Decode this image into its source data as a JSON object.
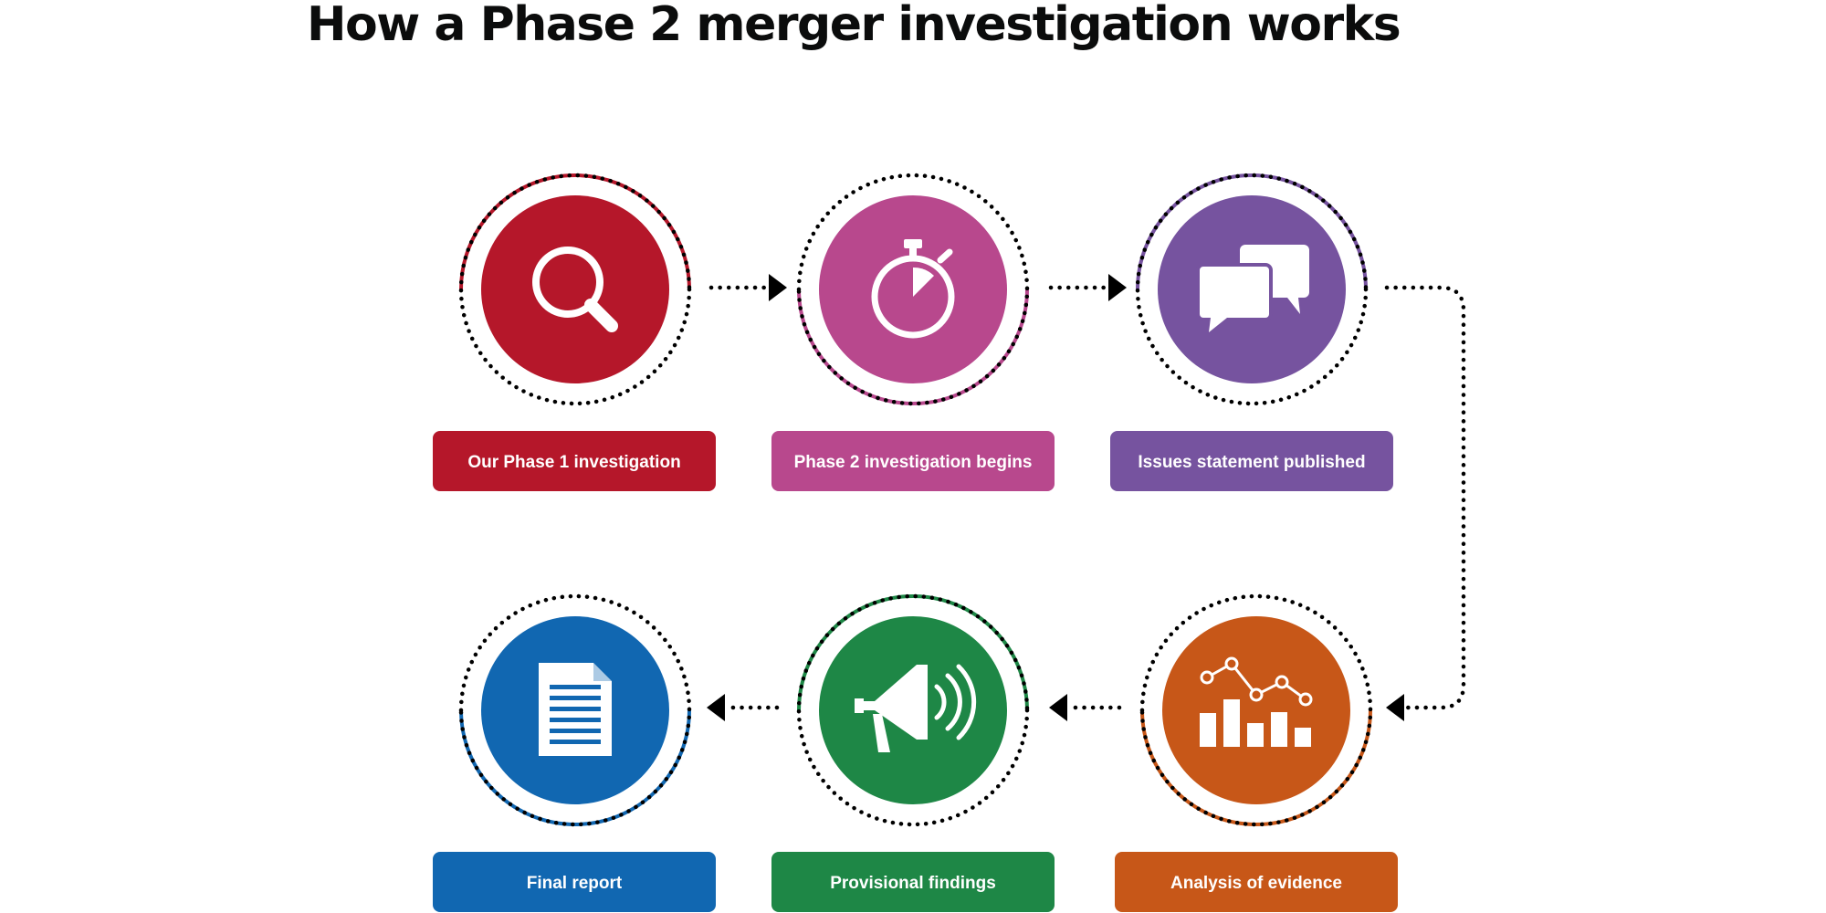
{
  "page": {
    "title": "How a Phase 2 merger investigation works"
  },
  "steps": [
    {
      "label": "Our Phase 1 investigation",
      "color": "#b5172a",
      "icon": "magnifying-glass-icon"
    },
    {
      "label": "Phase 2 investigation begins",
      "color": "#b8488d",
      "icon": "stopwatch-icon"
    },
    {
      "label": "Issues statement published",
      "color": "#76539f",
      "icon": "speech-bubbles-icon"
    },
    {
      "label": "Analysis of evidence",
      "color": "#c75718",
      "icon": "bar-chart-icon"
    },
    {
      "label": "Provisional findings",
      "color": "#1e8746",
      "icon": "megaphone-icon"
    },
    {
      "label": "Final report",
      "color": "#1167b1",
      "icon": "document-icon"
    }
  ],
  "flow_order": [
    "Our Phase 1 investigation",
    "Phase 2 investigation begins",
    "Issues statement published",
    "Analysis of evidence",
    "Provisional findings",
    "Final report"
  ]
}
